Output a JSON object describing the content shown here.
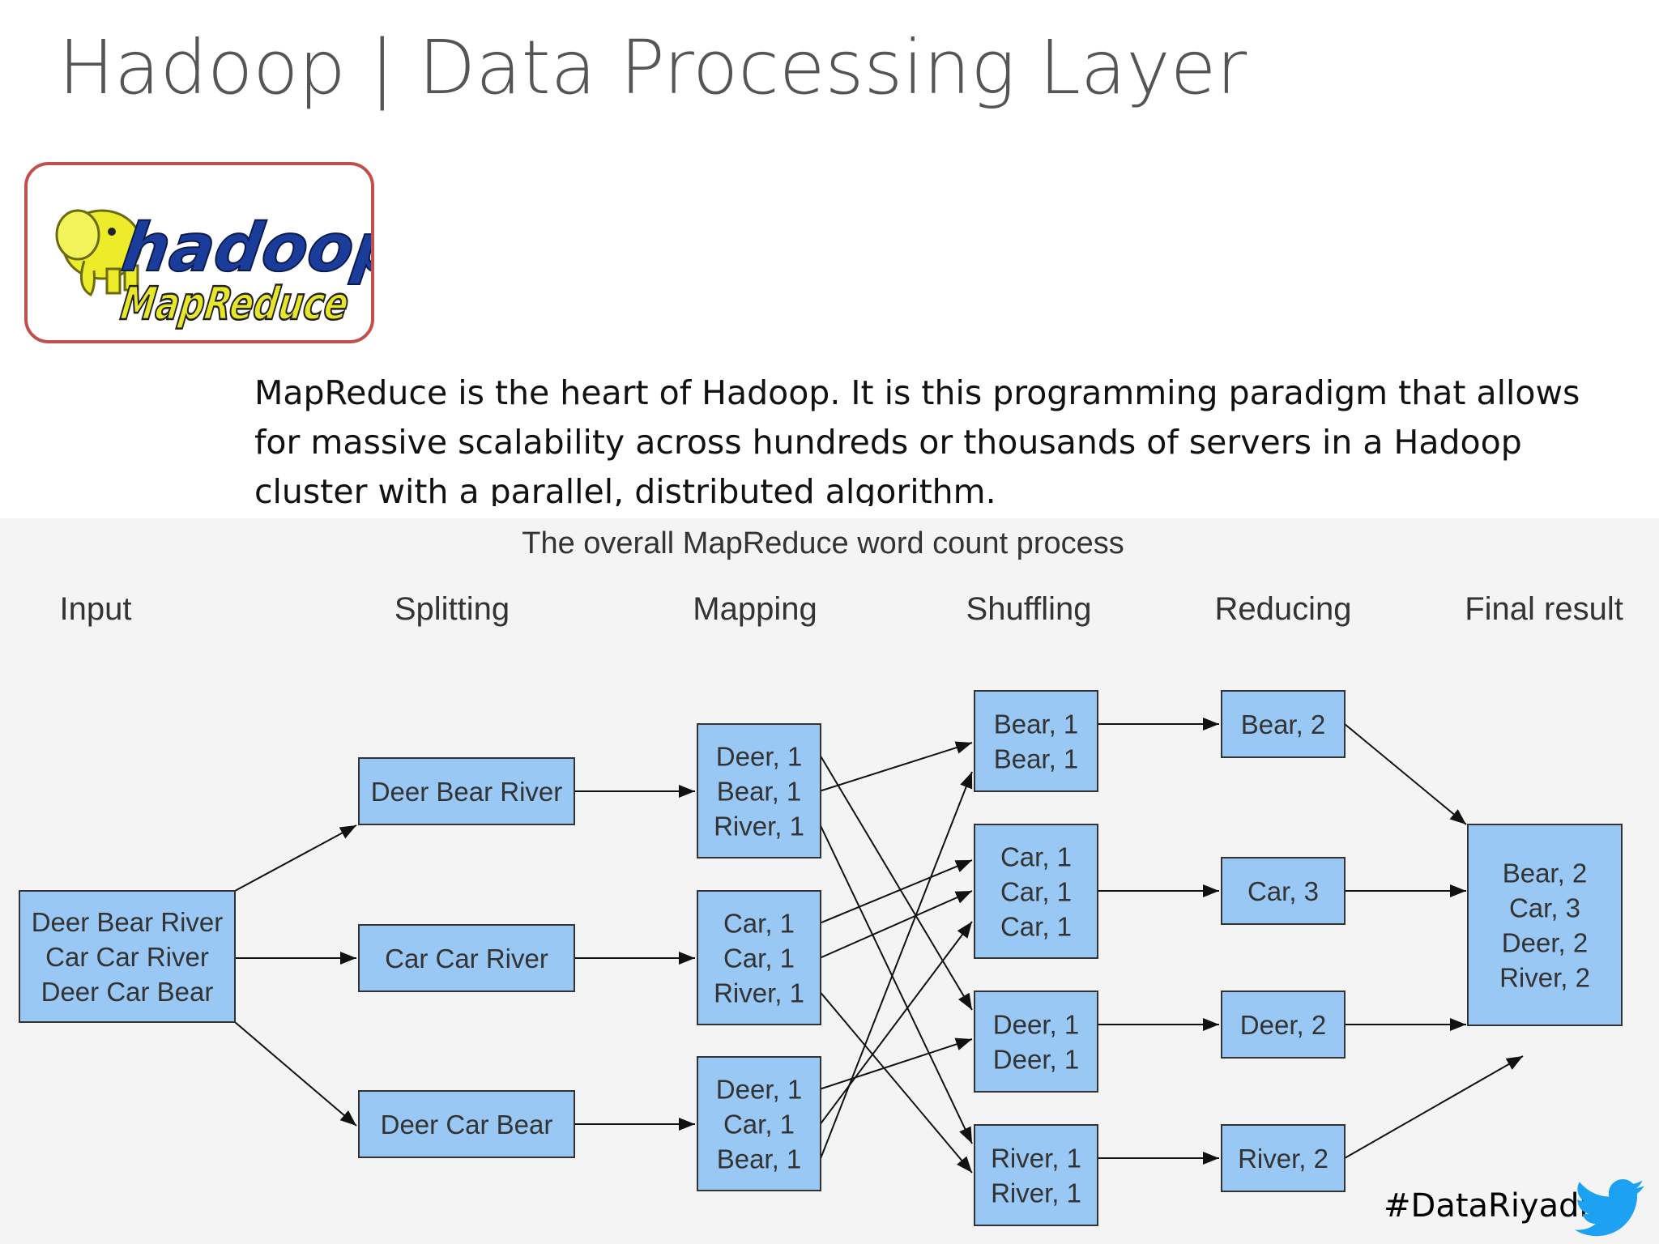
{
  "slide": {
    "title": "Hadoop | Data Processing Layer",
    "logo_text_top": "hadoop",
    "logo_text_bottom": "MapReduce",
    "description": "MapReduce is the heart of Hadoop. It is this programming paradigm that allows for massive scalability across hundreds or thousands of servers in a Hadoop cluster with a parallel, distributed algorithm.",
    "hashtag": "#DataRiyadh",
    "colors": {
      "box_fill": "#99c8f4",
      "box_border": "#333333",
      "logo_border": "#c0504d",
      "logo_yellow": "#e8e82a",
      "logo_blue": "#1a3d9c",
      "twitter_blue": "#1da1f2"
    }
  },
  "diagram": {
    "title": "The overall MapReduce word count process",
    "stages": [
      "Input",
      "Splitting",
      "Mapping",
      "Shuffling",
      "Reducing",
      "Final result"
    ],
    "input": [
      "Deer Bear River",
      "Car Car River",
      "Deer Car Bear"
    ],
    "splitting": [
      [
        "Deer Bear River"
      ],
      [
        "Car Car River"
      ],
      [
        "Deer Car Bear"
      ]
    ],
    "mapping": [
      [
        "Deer, 1",
        "Bear, 1",
        "River, 1"
      ],
      [
        "Car, 1",
        "Car, 1",
        "River, 1"
      ],
      [
        "Deer, 1",
        "Car, 1",
        "Bear, 1"
      ]
    ],
    "shuffling": [
      [
        "Bear, 1",
        "Bear, 1"
      ],
      [
        "Car, 1",
        "Car, 1",
        "Car, 1"
      ],
      [
        "Deer, 1",
        "Deer, 1"
      ],
      [
        "River, 1",
        "River, 1"
      ]
    ],
    "reducing": [
      [
        "Bear, 2"
      ],
      [
        "Car, 3"
      ],
      [
        "Deer, 2"
      ],
      [
        "River, 2"
      ]
    ],
    "final": [
      "Bear, 2",
      "Car, 3",
      "Deer, 2",
      "River, 2"
    ]
  }
}
